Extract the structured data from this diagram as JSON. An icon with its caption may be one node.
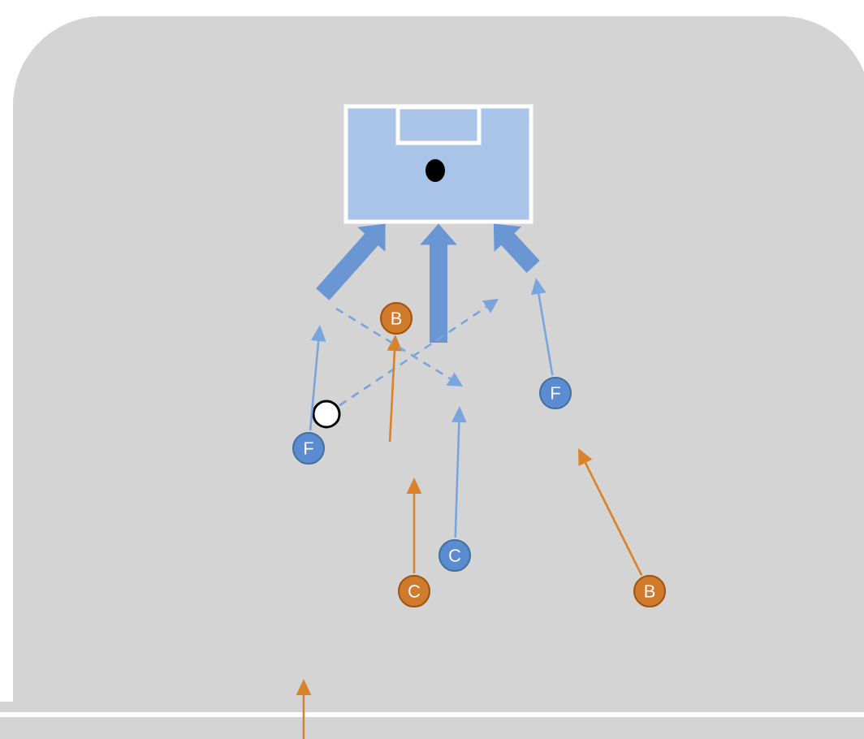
{
  "diagram": {
    "nodes": [
      {
        "text": [],
        "shape": "box"
      },
      {
        "text": [
          "B"
        ]
      },
      {
        "text": [
          "F"
        ]
      },
      {
        "text": [
          "F"
        ]
      },
      {
        "text": [
          "C"
        ]
      },
      {
        "text": [
          "C"
        ]
      },
      {
        "text": [
          "B"
        ]
      },
      {
        "text": [],
        "shape": "circle"
      }
    ],
    "edges": [
      {
        "from": null,
        "to": 0,
        "arrow": "to",
        "style": "thick"
      },
      {
        "from": null,
        "to": 0,
        "arrow": "to",
        "style": "thick"
      },
      {
        "from": null,
        "to": 0,
        "arrow": "to",
        "style": "thick"
      },
      {
        "from": 2,
        "to": null,
        "arrow": "to"
      },
      {
        "from": 7,
        "to": null,
        "arrow": "to",
        "style": "dashed"
      },
      {
        "from": null,
        "to": 1,
        "arrow": "to",
        "color": "#d9822b"
      },
      {
        "from": 3,
        "to": null,
        "arrow": "to"
      },
      {
        "from": 4,
        "to": null,
        "arrow": "to"
      },
      {
        "from": 5,
        "to": null,
        "arrow": "to",
        "color": "#d9822b"
      },
      {
        "from": 6,
        "to": null,
        "arrow": "to",
        "color": "#d9822b"
      }
    ]
  }
}
